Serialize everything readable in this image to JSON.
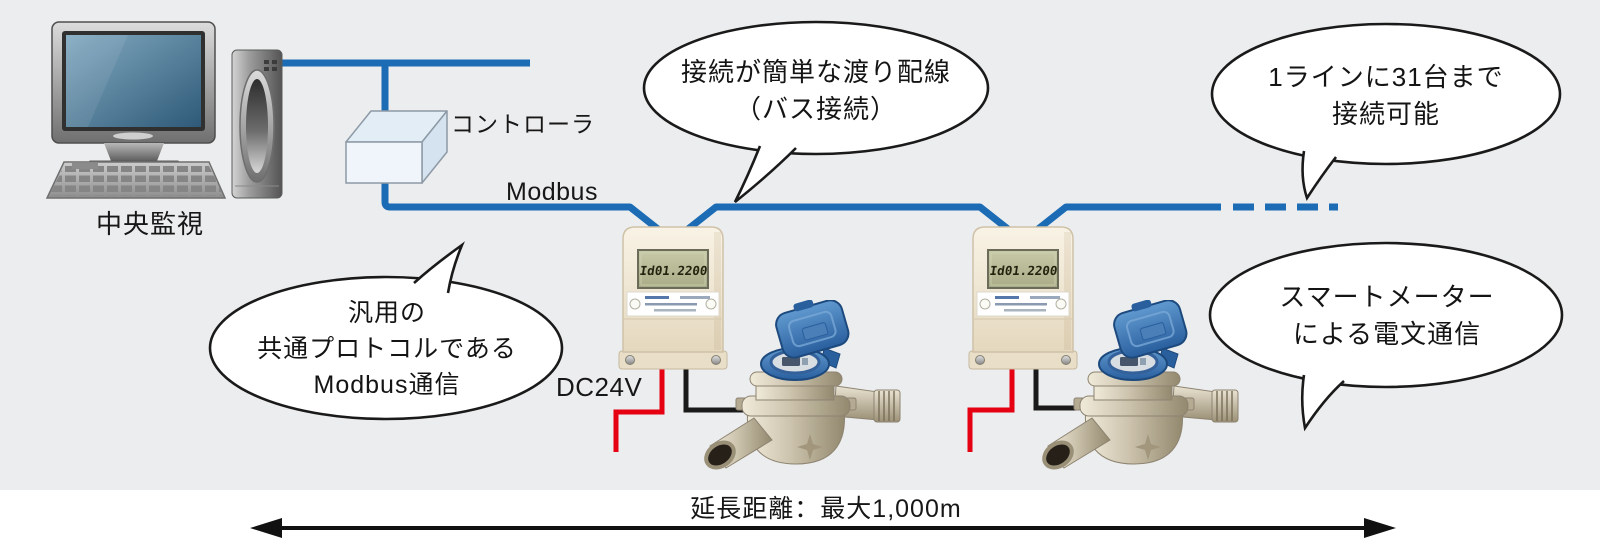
{
  "labels": {
    "central_monitor": "中央監視",
    "controller": "コントローラ",
    "protocol": "Modbus",
    "power_supply": "DC24V",
    "distance": "延長距離：最大1,000m"
  },
  "bubbles": {
    "daisy_chain": {
      "line1": "接続が簡単な渡り配線",
      "line2": "（バス接続）"
    },
    "max_units": {
      "line1": "1ラインに31台まで",
      "line2": "接続可能"
    },
    "protocol_note": {
      "line1": "汎用の",
      "line2": "共通プロトコルである",
      "line3": "Modbus通信"
    },
    "smart_meter": {
      "line1": "スマートメーター",
      "line2": "による電文通信"
    }
  },
  "meters": [
    {
      "lcd": "Id01.2200"
    },
    {
      "lcd": "Id01.2200"
    }
  ],
  "colors": {
    "background": "#ecedee",
    "bus_line": "#1c6cb5",
    "power_wire": "#e50012",
    "signal_wire": "#1a1a1a",
    "bubble_outline": "#1a1a1a",
    "device_body": "#efe7d3",
    "lcd_background": "#b7b995",
    "meter_cap_blue": "#3171b1"
  }
}
